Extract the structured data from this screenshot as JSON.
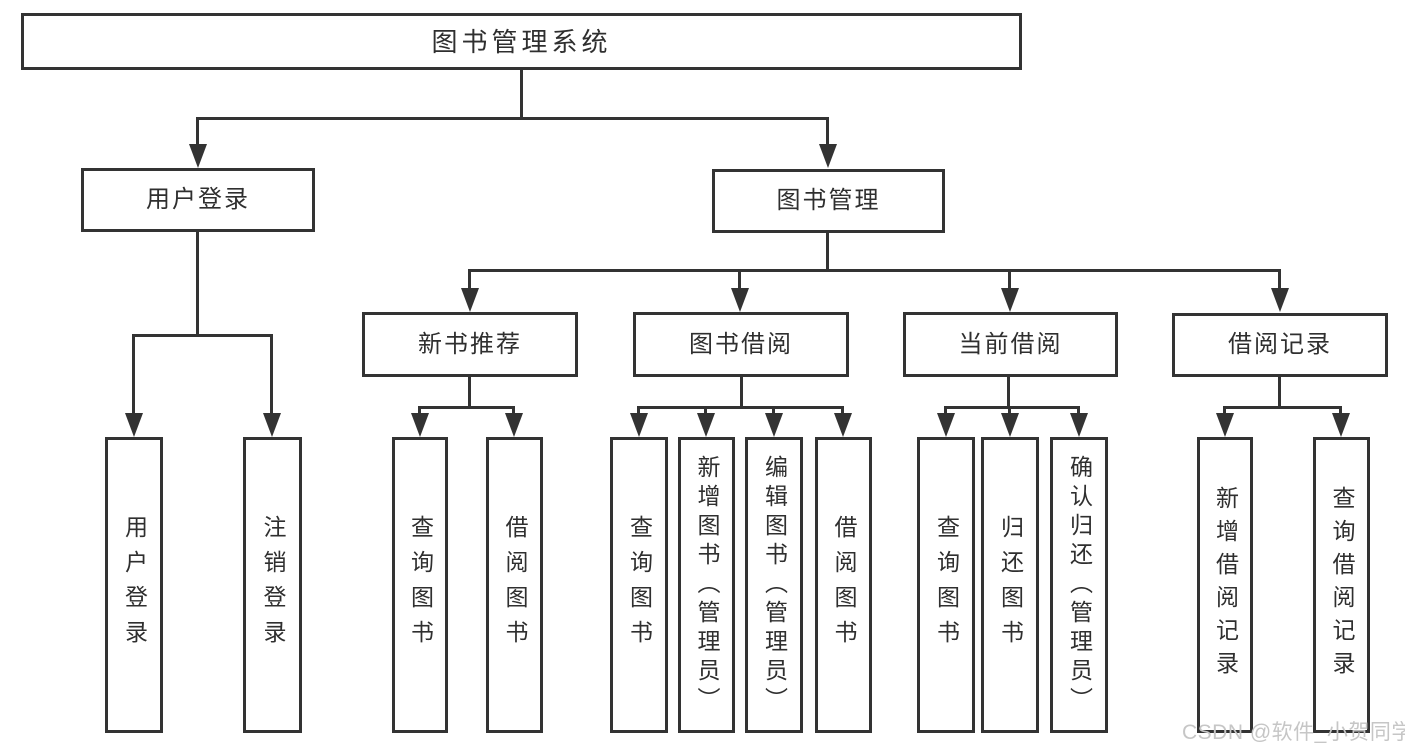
{
  "tree": {
    "label": "图书管理系统",
    "children": [
      {
        "label": "用户登录",
        "children": [
          {
            "label": "用户登录"
          },
          {
            "label": "注销登录"
          }
        ]
      },
      {
        "label": "图书管理",
        "children": [
          {
            "label": "新书推荐",
            "children": [
              {
                "label": "查询图书"
              },
              {
                "label": "借阅图书"
              }
            ]
          },
          {
            "label": "图书借阅",
            "children": [
              {
                "label": "查询图书"
              },
              {
                "label": "新增图书（管理员）"
              },
              {
                "label": "编辑图书（管理员）"
              },
              {
                "label": "借阅图书"
              }
            ]
          },
          {
            "label": "当前借阅",
            "children": [
              {
                "label": "查询图书"
              },
              {
                "label": "归还图书"
              },
              {
                "label": "确认归还（管理员）"
              }
            ]
          },
          {
            "label": "借阅记录",
            "children": [
              {
                "label": "新增借阅记录"
              },
              {
                "label": "查询借阅记录"
              }
            ]
          }
        ]
      }
    ]
  },
  "watermark": {
    "text": "CSDN @软件_小贺同学"
  },
  "colors": {
    "line": "#333333",
    "box_border": "#333333",
    "text": "#2f2f2f",
    "watermark": "#c6c6c6",
    "background": "#ffffff"
  }
}
